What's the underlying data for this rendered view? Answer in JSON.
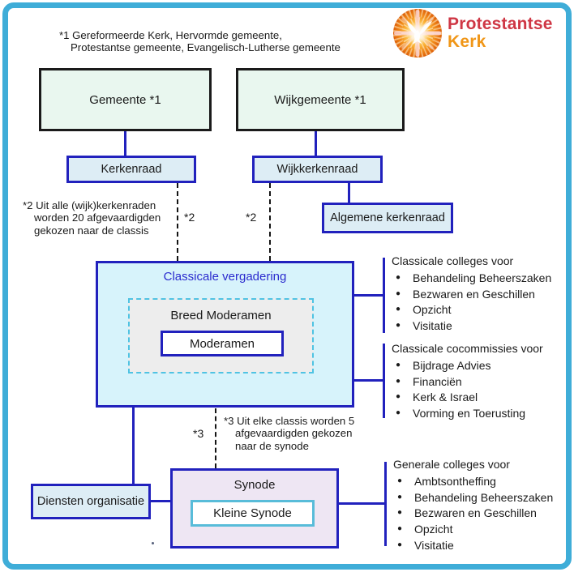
{
  "logo": {
    "line1": "Protestantse",
    "line2": "Kerk",
    "icon": "sunburst-dove-icon"
  },
  "notes": {
    "note1_line1": "*1 Gereformeerde Kerk, Hervormde gemeente,",
    "note1_line2": "Protestantse gemeente, Evangelisch-Lutherse gemeente",
    "note2_line1": "*2 Uit alle (wijk)kerkenraden",
    "note2_line2": "worden 20 afgevaardigden",
    "note2_line3": "gekozen naar de classis",
    "note3_line1": "*3 Uit elke classis worden 5",
    "note3_line2": "afgevaardigden gekozen",
    "note3_line3": "naar de synode",
    "ref2_left": "*2",
    "ref2_right": "*2",
    "ref3": "*3"
  },
  "boxes": {
    "gemeente": "Gemeente *1",
    "wijkgemeente": "Wijkgemeente *1",
    "kerkenraad": "Kerkenraad",
    "wijkkerkenraad": "Wijkkerkenraad",
    "algemene_kerkenraad": "Algemene kerkenraad",
    "classicale_vergadering": "Classicale vergadering",
    "breed_moderamen": "Breed Moderamen",
    "moderamen": "Moderamen",
    "synode": "Synode",
    "kleine_synode": "Kleine Synode",
    "diensten_organisatie": "Diensten organisatie"
  },
  "lists": {
    "classicale_colleges": {
      "header": "Classicale colleges voor",
      "bullet": "●",
      "items": [
        "Behandeling Beheerszaken",
        "Bezwaren en Geschillen",
        "Opzicht",
        "Visitatie"
      ]
    },
    "classicale_commissies": {
      "header": "Classicale cocommissies voor",
      "bullet": "●",
      "items": [
        "Bijdrage Advies",
        "Financiën",
        "Kerk & Israel",
        "Vorming en Toerusting"
      ]
    },
    "generale_colleges": {
      "header": "Generale colleges voor",
      "bullet": "●",
      "items": [
        "Ambtsontheffing",
        "Behandeling Beheerszaken",
        "Bezwaren en Geschillen",
        "Opzicht",
        "Visitatie"
      ]
    }
  },
  "colors": {
    "frame": "#3fadd8",
    "box_border_blue": "#2121bd",
    "box_fill_blue": "#ddedf5",
    "box_fill_cyan": "#d7f3fb",
    "box_fill_green": "#e9f7ef",
    "box_fill_lavender": "#eee6f3",
    "dashed_cyan": "#4fc3e3",
    "kleine_border": "#58bcd9",
    "classicale_title": "#2a2ace",
    "logo_red": "#cf3745",
    "logo_orange": "#f09617"
  }
}
